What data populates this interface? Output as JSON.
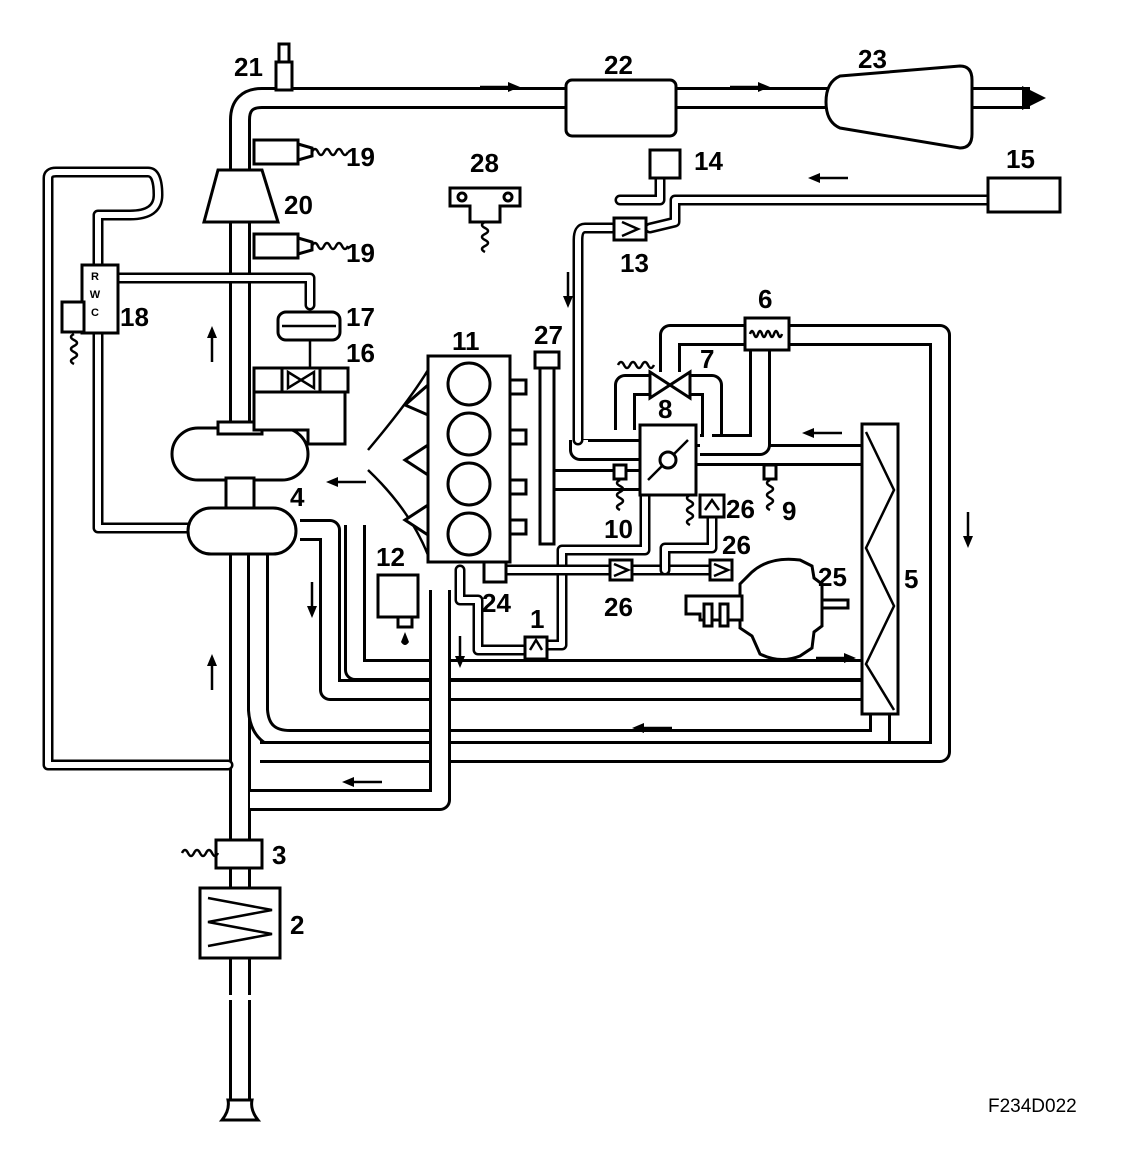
{
  "labels": [
    {
      "id": "1",
      "text": "1"
    },
    {
      "id": "2",
      "text": "2"
    },
    {
      "id": "3",
      "text": "3"
    },
    {
      "id": "4",
      "text": "4"
    },
    {
      "id": "5",
      "text": "5"
    },
    {
      "id": "6",
      "text": "6"
    },
    {
      "id": "7",
      "text": "7"
    },
    {
      "id": "8",
      "text": "8"
    },
    {
      "id": "9",
      "text": "9"
    },
    {
      "id": "10",
      "text": "10"
    },
    {
      "id": "11",
      "text": "11"
    },
    {
      "id": "12",
      "text": "12"
    },
    {
      "id": "13",
      "text": "13"
    },
    {
      "id": "14",
      "text": "14"
    },
    {
      "id": "15",
      "text": "15"
    },
    {
      "id": "16",
      "text": "16"
    },
    {
      "id": "17",
      "text": "17"
    },
    {
      "id": "18",
      "text": "18"
    },
    {
      "id": "19a",
      "text": "19"
    },
    {
      "id": "19b",
      "text": "19"
    },
    {
      "id": "20",
      "text": "20"
    },
    {
      "id": "21",
      "text": "21"
    },
    {
      "id": "22",
      "text": "22"
    },
    {
      "id": "23",
      "text": "23"
    },
    {
      "id": "24",
      "text": "24"
    },
    {
      "id": "25",
      "text": "25"
    },
    {
      "id": "26a",
      "text": "26"
    },
    {
      "id": "26b",
      "text": "26"
    },
    {
      "id": "26c",
      "text": "26"
    },
    {
      "id": "27",
      "text": "27"
    },
    {
      "id": "28",
      "text": "28"
    }
  ],
  "valve_18": {
    "r": "R",
    "w": "W",
    "c": "C"
  },
  "figure_code": "F234D022"
}
